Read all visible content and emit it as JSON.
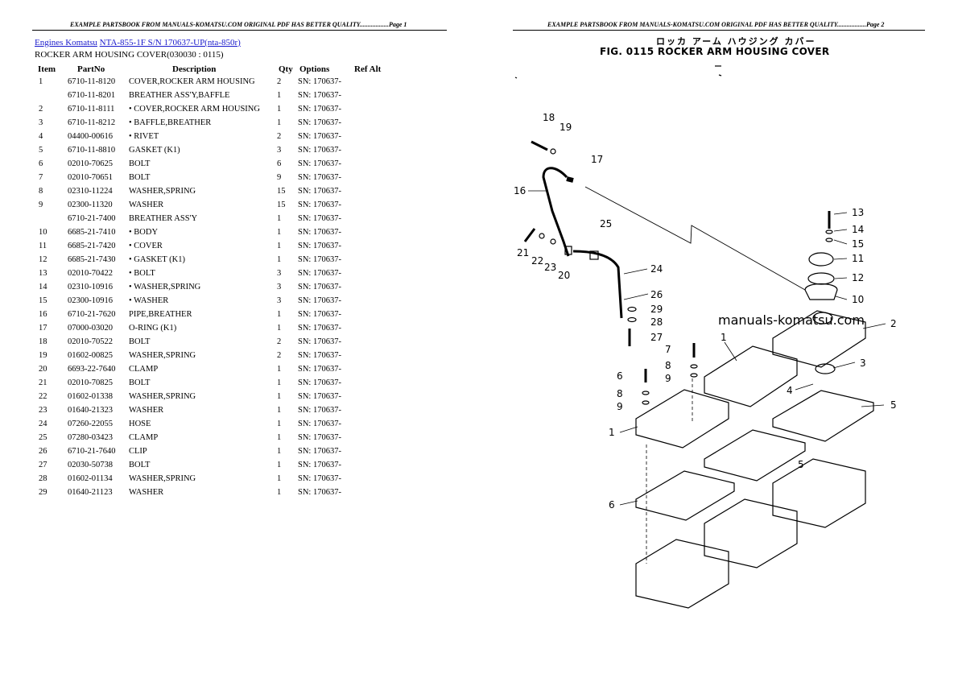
{
  "pages": {
    "left_header": "EXAMPLE PARTSBOOK FROM MANUALS-KOMATSU.COM ORIGINAL PDF HAS BETTER QUALITY..................Page 1",
    "right_header": "EXAMPLE PARTSBOOK FROM MANUALS-KOMATSU.COM ORIGINAL PDF HAS BETTER QUALITY..................Page 2"
  },
  "breadcrumb": {
    "link1": "Engines Komatsu",
    "link2": "NTA-855-1F S/N 170637-UP(nta-850r)"
  },
  "subtitle": "ROCKER ARM HOUSING COVER(030030 : 0115)",
  "table": {
    "headers": [
      "Item",
      "PartNo",
      "Description",
      "Qty",
      "Options",
      "Ref Alt"
    ],
    "rows": [
      [
        "1",
        "6710-11-8120",
        "COVER,ROCKER ARM HOUSING",
        "2",
        "SN: 170637-",
        ""
      ],
      [
        "",
        "6710-11-8201",
        "BREATHER ASS'Y,BAFFLE",
        "1",
        "SN: 170637-",
        ""
      ],
      [
        "2",
        "6710-11-8111",
        "• COVER,ROCKER ARM HOUSING",
        "1",
        "SN: 170637-",
        ""
      ],
      [
        "3",
        "6710-11-8212",
        "• BAFFLE,BREATHER",
        "1",
        "SN: 170637-",
        ""
      ],
      [
        "4",
        "04400-00616",
        "• RIVET",
        "2",
        "SN: 170637-",
        ""
      ],
      [
        "5",
        "6710-11-8810",
        "GASKET (K1)",
        "3",
        "SN: 170637-",
        ""
      ],
      [
        "6",
        "02010-70625",
        "BOLT",
        "6",
        "SN: 170637-",
        ""
      ],
      [
        "7",
        "02010-70651",
        "BOLT",
        "9",
        "SN: 170637-",
        ""
      ],
      [
        "8",
        "02310-11224",
        "WASHER,SPRING",
        "15",
        "SN: 170637-",
        ""
      ],
      [
        "9",
        "02300-11320",
        "WASHER",
        "15",
        "SN: 170637-",
        ""
      ],
      [
        "",
        "6710-21-7400",
        "BREATHER ASS'Y",
        "1",
        "SN: 170637-",
        ""
      ],
      [
        "10",
        "6685-21-7410",
        "• BODY",
        "1",
        "SN: 170637-",
        ""
      ],
      [
        "11",
        "6685-21-7420",
        "• COVER",
        "1",
        "SN: 170637-",
        ""
      ],
      [
        "12",
        "6685-21-7430",
        "• GASKET (K1)",
        "1",
        "SN: 170637-",
        ""
      ],
      [
        "13",
        "02010-70422",
        "• BOLT",
        "3",
        "SN: 170637-",
        ""
      ],
      [
        "14",
        "02310-10916",
        "• WASHER,SPRING",
        "3",
        "SN: 170637-",
        ""
      ],
      [
        "15",
        "02300-10916",
        "• WASHER",
        "3",
        "SN: 170637-",
        ""
      ],
      [
        "16",
        "6710-21-7620",
        "PIPE,BREATHER",
        "1",
        "SN: 170637-",
        ""
      ],
      [
        "17",
        "07000-03020",
        "O-RING (K1)",
        "1",
        "SN: 170637-",
        ""
      ],
      [
        "18",
        "02010-70522",
        "BOLT",
        "2",
        "SN: 170637-",
        ""
      ],
      [
        "19",
        "01602-00825",
        "WASHER,SPRING",
        "2",
        "SN: 170637-",
        ""
      ],
      [
        "20",
        "6693-22-7640",
        "CLAMP",
        "1",
        "SN: 170637-",
        ""
      ],
      [
        "21",
        "02010-70825",
        "BOLT",
        "1",
        "SN: 170637-",
        ""
      ],
      [
        "22",
        "01602-01338",
        "WASHER,SPRING",
        "1",
        "SN: 170637-",
        ""
      ],
      [
        "23",
        "01640-21323",
        "WASHER",
        "1",
        "SN: 170637-",
        ""
      ],
      [
        "24",
        "07260-22055",
        "HOSE",
        "1",
        "SN: 170637-",
        ""
      ],
      [
        "25",
        "07280-03423",
        "CLAMP",
        "1",
        "SN: 170637-",
        ""
      ],
      [
        "26",
        "6710-21-7640",
        "CLIP",
        "1",
        "SN: 170637-",
        ""
      ],
      [
        "27",
        "02030-50738",
        "BOLT",
        "1",
        "SN: 170637-",
        ""
      ],
      [
        "28",
        "01602-01134",
        "WASHER,SPRING",
        "1",
        "SN: 170637-",
        ""
      ],
      [
        "29",
        "01640-21123",
        "WASHER",
        "1",
        "SN: 170637-",
        ""
      ]
    ]
  },
  "figure": {
    "japanese_title": "ロッカ アーム ハウジング カバー",
    "title": "FIG. 0115  ROCKER ARM HOUSING COVER",
    "watermark": "manuals-komatsu.com",
    "callouts": [
      "1",
      "1",
      "2",
      "3",
      "4",
      "5",
      "5",
      "6",
      "6",
      "7",
      "8",
      "8",
      "9",
      "9",
      "10",
      "11",
      "12",
      "13",
      "14",
      "15",
      "16",
      "17",
      "18",
      "19",
      "20",
      "21",
      "22",
      "23",
      "24",
      "25",
      "26",
      "27",
      "28",
      "29"
    ]
  }
}
